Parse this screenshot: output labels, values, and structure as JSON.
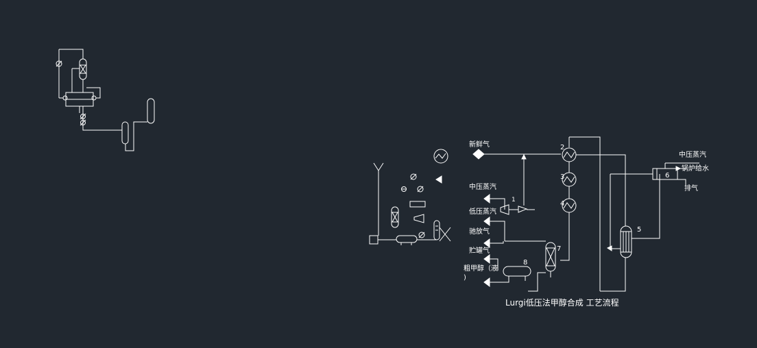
{
  "title": "Lurgi低压法甲醇合成 工艺流程",
  "streams": {
    "fresh_gas": "新鲜气",
    "mp_steam_in": "中压蒸汽",
    "lp_steam": "低压蒸汽",
    "purge_gas": "驰放气",
    "flash_gas": "贮罐气",
    "crude_methanol_1": "粗甲醇（液",
    "crude_methanol_2": ")",
    "mp_steam_out": "中压蒸汽",
    "boiler_feed_water": "锅炉给水",
    "vent_gas": "排气"
  },
  "equipment_numbers": {
    "n1": "1",
    "n2": "2",
    "n3": "3",
    "n4": "4",
    "n5": "5",
    "n6": "6",
    "n7": "7",
    "n8": "8"
  }
}
